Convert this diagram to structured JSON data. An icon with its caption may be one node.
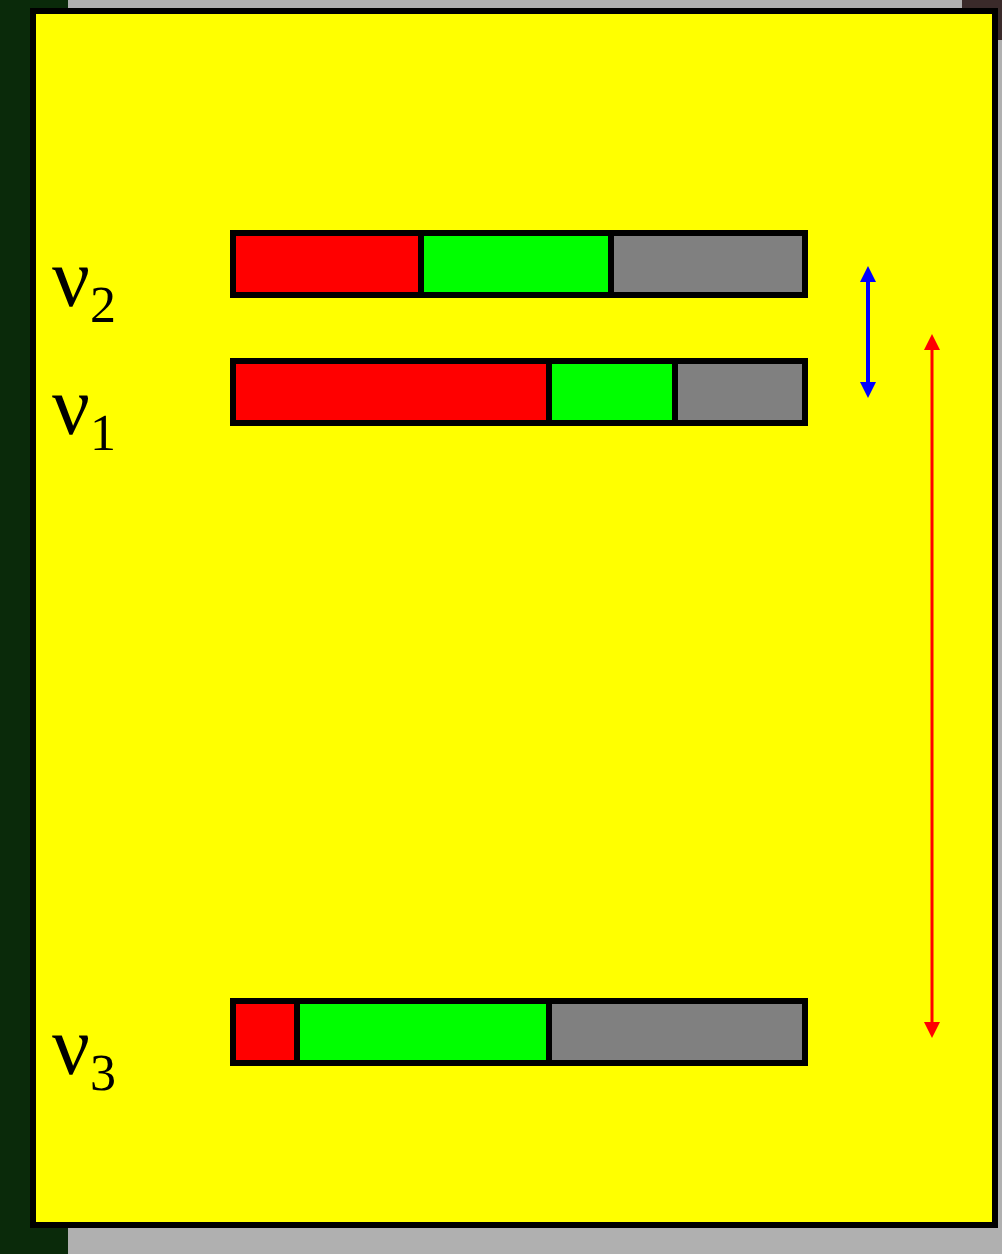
{
  "diagram": {
    "nodes": [
      {
        "text": [],
        "shape": "bar",
        "beside": [
          "ν$_{2}$"
        ]
      },
      {
        "text": [],
        "shape": "bar",
        "beside": [
          "ν$_{1}$"
        ]
      },
      {
        "text": [],
        "shape": "bar",
        "beside": [
          "ν$_{3}$"
        ]
      }
    ]
  }
}
